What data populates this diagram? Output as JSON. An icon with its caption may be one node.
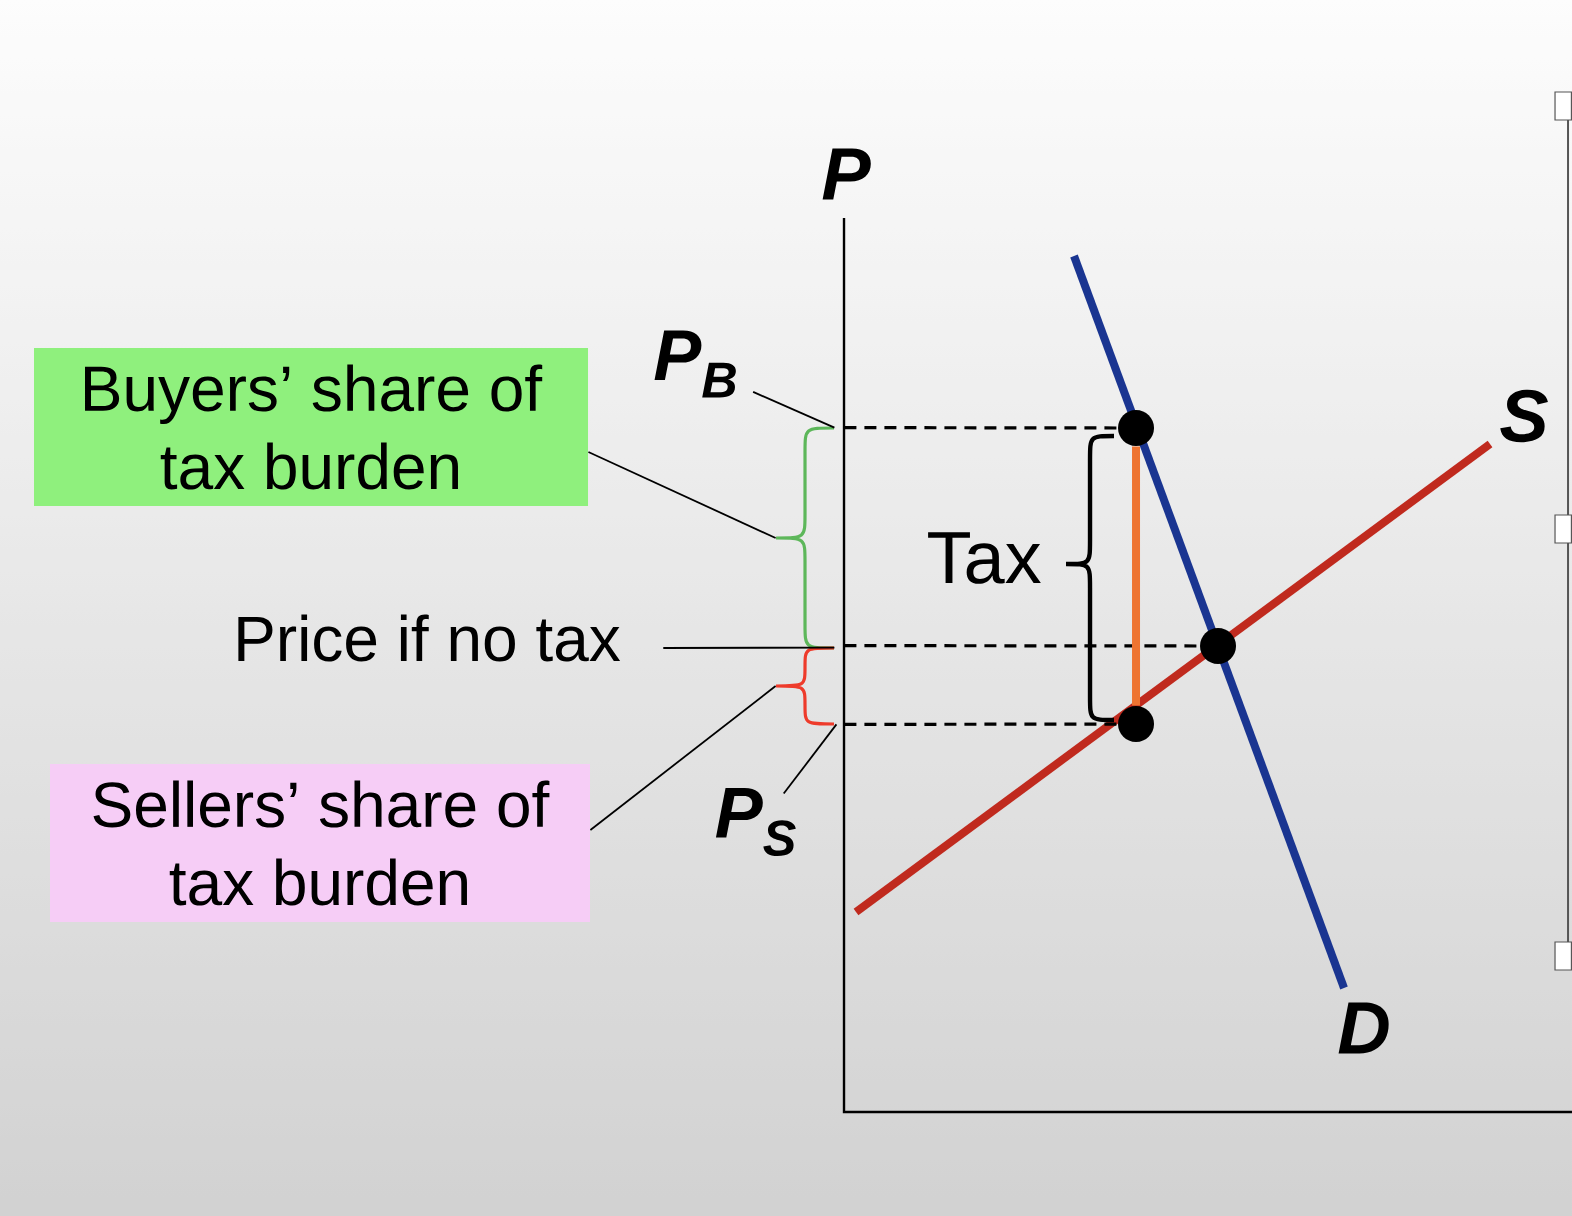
{
  "diagram": {
    "nodes": [
      {
        "text": [
          "Buyers’ share of tax burden"
        ]
      },
      {
        "text": [
          "P$_{B}$"
        ]
      },
      {
        "text": [
          "Price if no tax"
        ]
      },
      {
        "text": [
          "Sellers’ share of tax burden"
        ]
      },
      {
        "text": [
          "P$_{S}$"
        ]
      },
      {
        "text": [],
        "shape": "brace"
      },
      {
        "text": [],
        "shape": "brace"
      },
      {
        "text": [],
        "shape": "circle"
      },
      {
        "text": [],
        "shape": "circle"
      },
      {
        "text": [],
        "shape": "circle"
      }
    ],
    "edges": [
      {
        "from": 0,
        "to": 5,
        "arrow": "none"
      },
      {
        "from": 1,
        "to": 5,
        "arrow": "none"
      },
      {
        "from": 2,
        "to": 6,
        "arrow": "none"
      },
      {
        "from": 3,
        "to": 6,
        "arrow": "none"
      },
      {
        "from": 4,
        "to": 6,
        "arrow": "none"
      },
      {
        "from": 5,
        "to": 7,
        "arrow": "none",
        "style": "dashed"
      },
      {
        "from": 6,
        "to": 8,
        "arrow": "none",
        "style": "dashed"
      },
      {
        "from": 6,
        "to": 9,
        "arrow": "none",
        "style": "dashed"
      },
      {
        "from": 7,
        "to": 9,
        "arrow": "none",
        "style": "thick",
        "color": "#ee7431"
      }
    ],
    "labels": [
      "P",
      "S",
      "Tax",
      "D"
    ]
  }
}
